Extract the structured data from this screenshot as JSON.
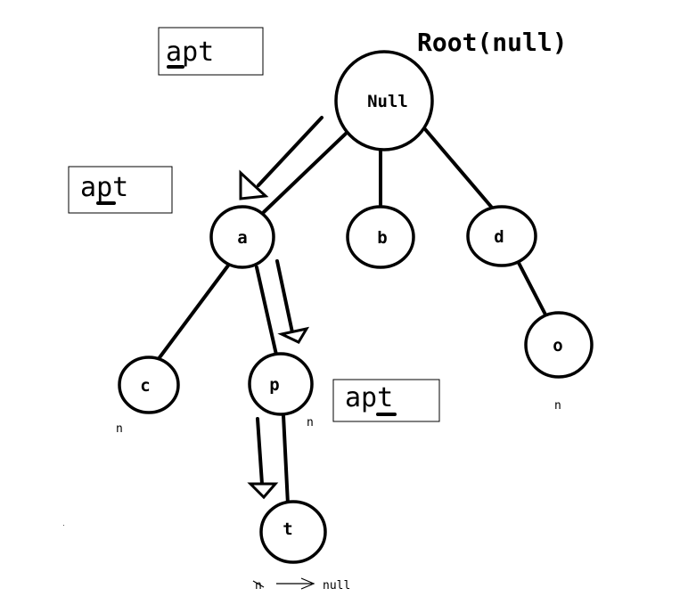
{
  "title": "Root(null)",
  "nodes": {
    "root": "Null",
    "a": "a",
    "b": "b",
    "d": "d",
    "c": "c",
    "p": "p",
    "o": "o",
    "t": "t"
  },
  "end_markers": {
    "c": "n",
    "p": "n",
    "o": "n"
  },
  "search_boxes": [
    {
      "prefix": "",
      "highlight": "a",
      "suffix": "pt"
    },
    {
      "prefix": "a",
      "highlight": "p",
      "suffix": "t"
    },
    {
      "prefix": "ap",
      "highlight": "t",
      "suffix": ""
    }
  ],
  "legend": {
    "from": "n",
    "to": "null"
  }
}
